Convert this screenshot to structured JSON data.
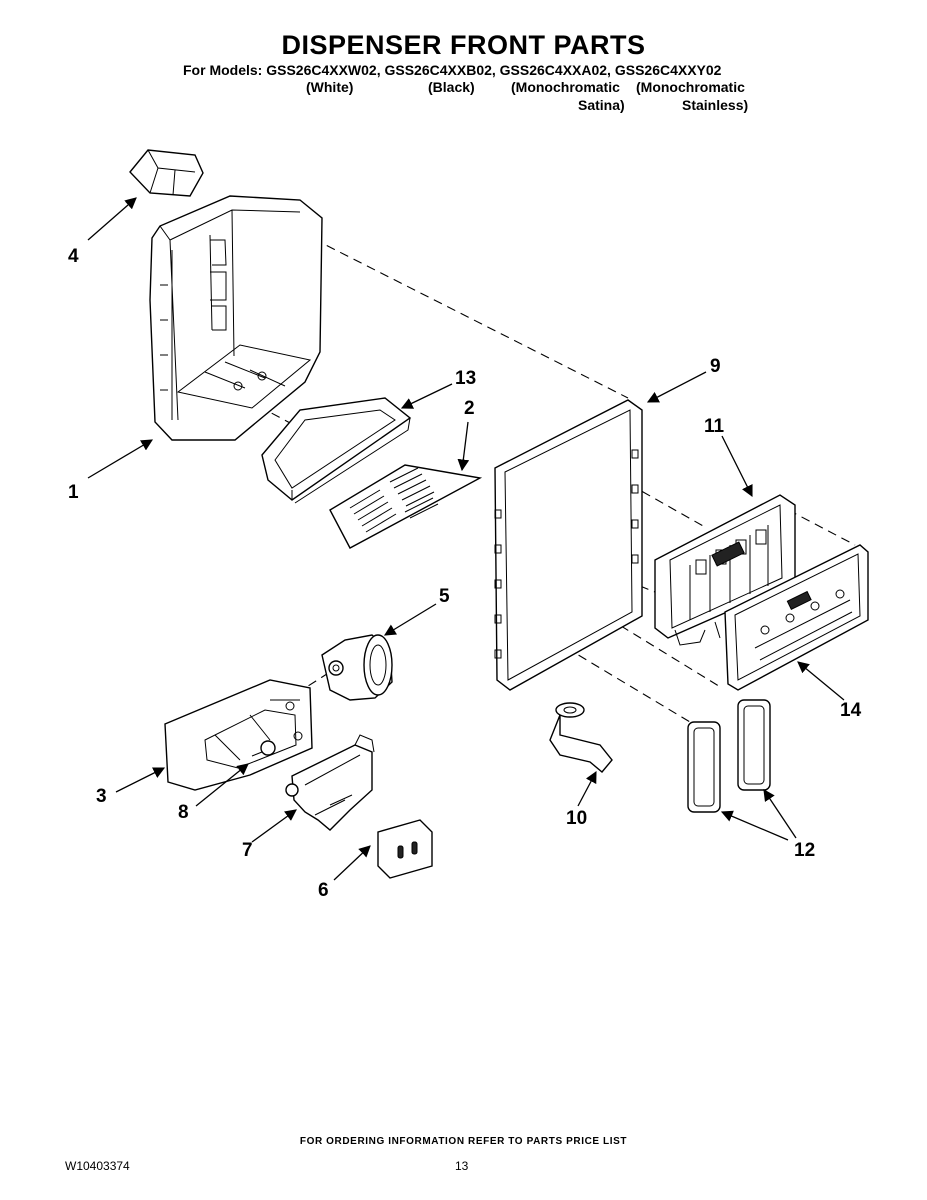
{
  "header": {
    "title": "DISPENSER FRONT PARTS",
    "models_line": "For Models: GSS26C4XXW02, GSS26C4XXB02, GSS26C4XXA02, GSS26C4XXY02",
    "variants": {
      "white": "(White)",
      "black": "(Black)",
      "mono_satina_1": "(Monochromatic",
      "mono_satina_2": "Satina)",
      "mono_stainless_1": "(Monochromatic",
      "mono_stainless_2": "Stainless)"
    }
  },
  "callouts": {
    "p1": "1",
    "p2": "2",
    "p3": "3",
    "p4": "4",
    "p5": "5",
    "p6": "6",
    "p7": "7",
    "p8": "8",
    "p9": "9",
    "p10": "10",
    "p11": "11",
    "p12": "12",
    "p13": "13",
    "p14": "14"
  },
  "footer": {
    "ordering_note": "FOR ORDERING INFORMATION REFER TO PARTS PRICE LIST",
    "doc_number": "W10403374",
    "page_number": "13"
  }
}
